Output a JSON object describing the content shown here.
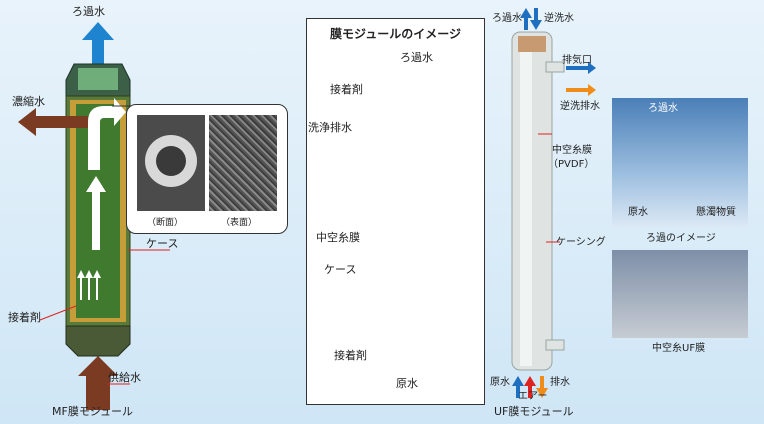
{
  "left_module": {
    "top_label": "ろ過水",
    "concentrate_label": "濃縮水",
    "case_label": "ケース",
    "adhesive_label": "接着剤",
    "feed_label": "供給水",
    "caption": "MF膜モジュール"
  },
  "micrographs": {
    "cross_section_label": "（断面）",
    "surface_label": "（表面）"
  },
  "center_panel": {
    "title": "膜モジュールのイメージ",
    "filtrate_label": "ろ過水",
    "adhesive_top_label": "接着剤",
    "wash_drain_label": "洗浄排水",
    "hollow_fiber_label": "中空糸膜",
    "case_label": "ケース",
    "adhesive_bottom_label": "接着剤",
    "raw_water_label": "原水"
  },
  "uf_module": {
    "filtrate_label": "ろ過水",
    "backwash_label": "逆洗水",
    "exhaust_label": "排気口",
    "backwash_drain_label": "逆洗排水",
    "membrane_label": "中空糸膜",
    "membrane_material": "（PVDF）",
    "casing_label": "ケーシング",
    "raw_water_label": "原水",
    "air_label": "エアー",
    "drain_label": "排水",
    "caption": "UF膜モジュール"
  },
  "filtration_image": {
    "filtrate_label": "ろ過水",
    "raw_water_label": "原水",
    "suspended_label": "懸濁物質",
    "caption": "ろ過のイメージ"
  },
  "uf_fiber_photo": {
    "caption": "中空糸UF膜"
  },
  "colors": {
    "filtrate_blue": "#1f6fc0",
    "raw_brown": "#6b3b22",
    "case_yellow": "#e8c33a",
    "fiber_green": "#3a9a3a",
    "leader_red": "#d22"
  }
}
